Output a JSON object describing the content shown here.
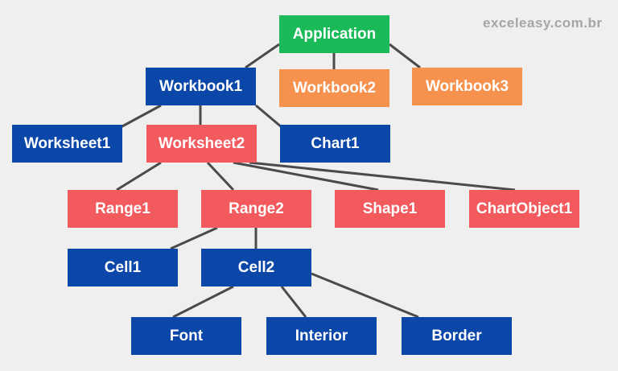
{
  "watermark": "exceleasy.com.br",
  "colors": {
    "application": "#1aba59",
    "blue": "#0b47a8",
    "red": "#f25a5e",
    "orange": "#f6924e",
    "connector": "#4a4a4a",
    "background": "#efefef"
  },
  "nodes": {
    "application": "Application",
    "workbook1": "Workbook1",
    "workbook2": "Workbook2",
    "workbook3": "Workbook3",
    "worksheet1": "Worksheet1",
    "worksheet2": "Worksheet2",
    "chart1": "Chart1",
    "range1": "Range1",
    "range2": "Range2",
    "shape1": "Shape1",
    "chartobject1": "ChartObject1",
    "cell1": "Cell1",
    "cell2": "Cell2",
    "font": "Font",
    "interior": "Interior",
    "border": "Border"
  },
  "edges": [
    [
      "application",
      "workbook1"
    ],
    [
      "application",
      "workbook2"
    ],
    [
      "application",
      "workbook3"
    ],
    [
      "workbook1",
      "worksheet1"
    ],
    [
      "workbook1",
      "worksheet2"
    ],
    [
      "workbook1",
      "chart1"
    ],
    [
      "worksheet2",
      "range1"
    ],
    [
      "worksheet2",
      "range2"
    ],
    [
      "worksheet2",
      "shape1"
    ],
    [
      "worksheet2",
      "chartobject1"
    ],
    [
      "range2",
      "cell1"
    ],
    [
      "range2",
      "cell2"
    ],
    [
      "cell2",
      "font"
    ],
    [
      "cell2",
      "interior"
    ],
    [
      "cell2",
      "border"
    ]
  ]
}
